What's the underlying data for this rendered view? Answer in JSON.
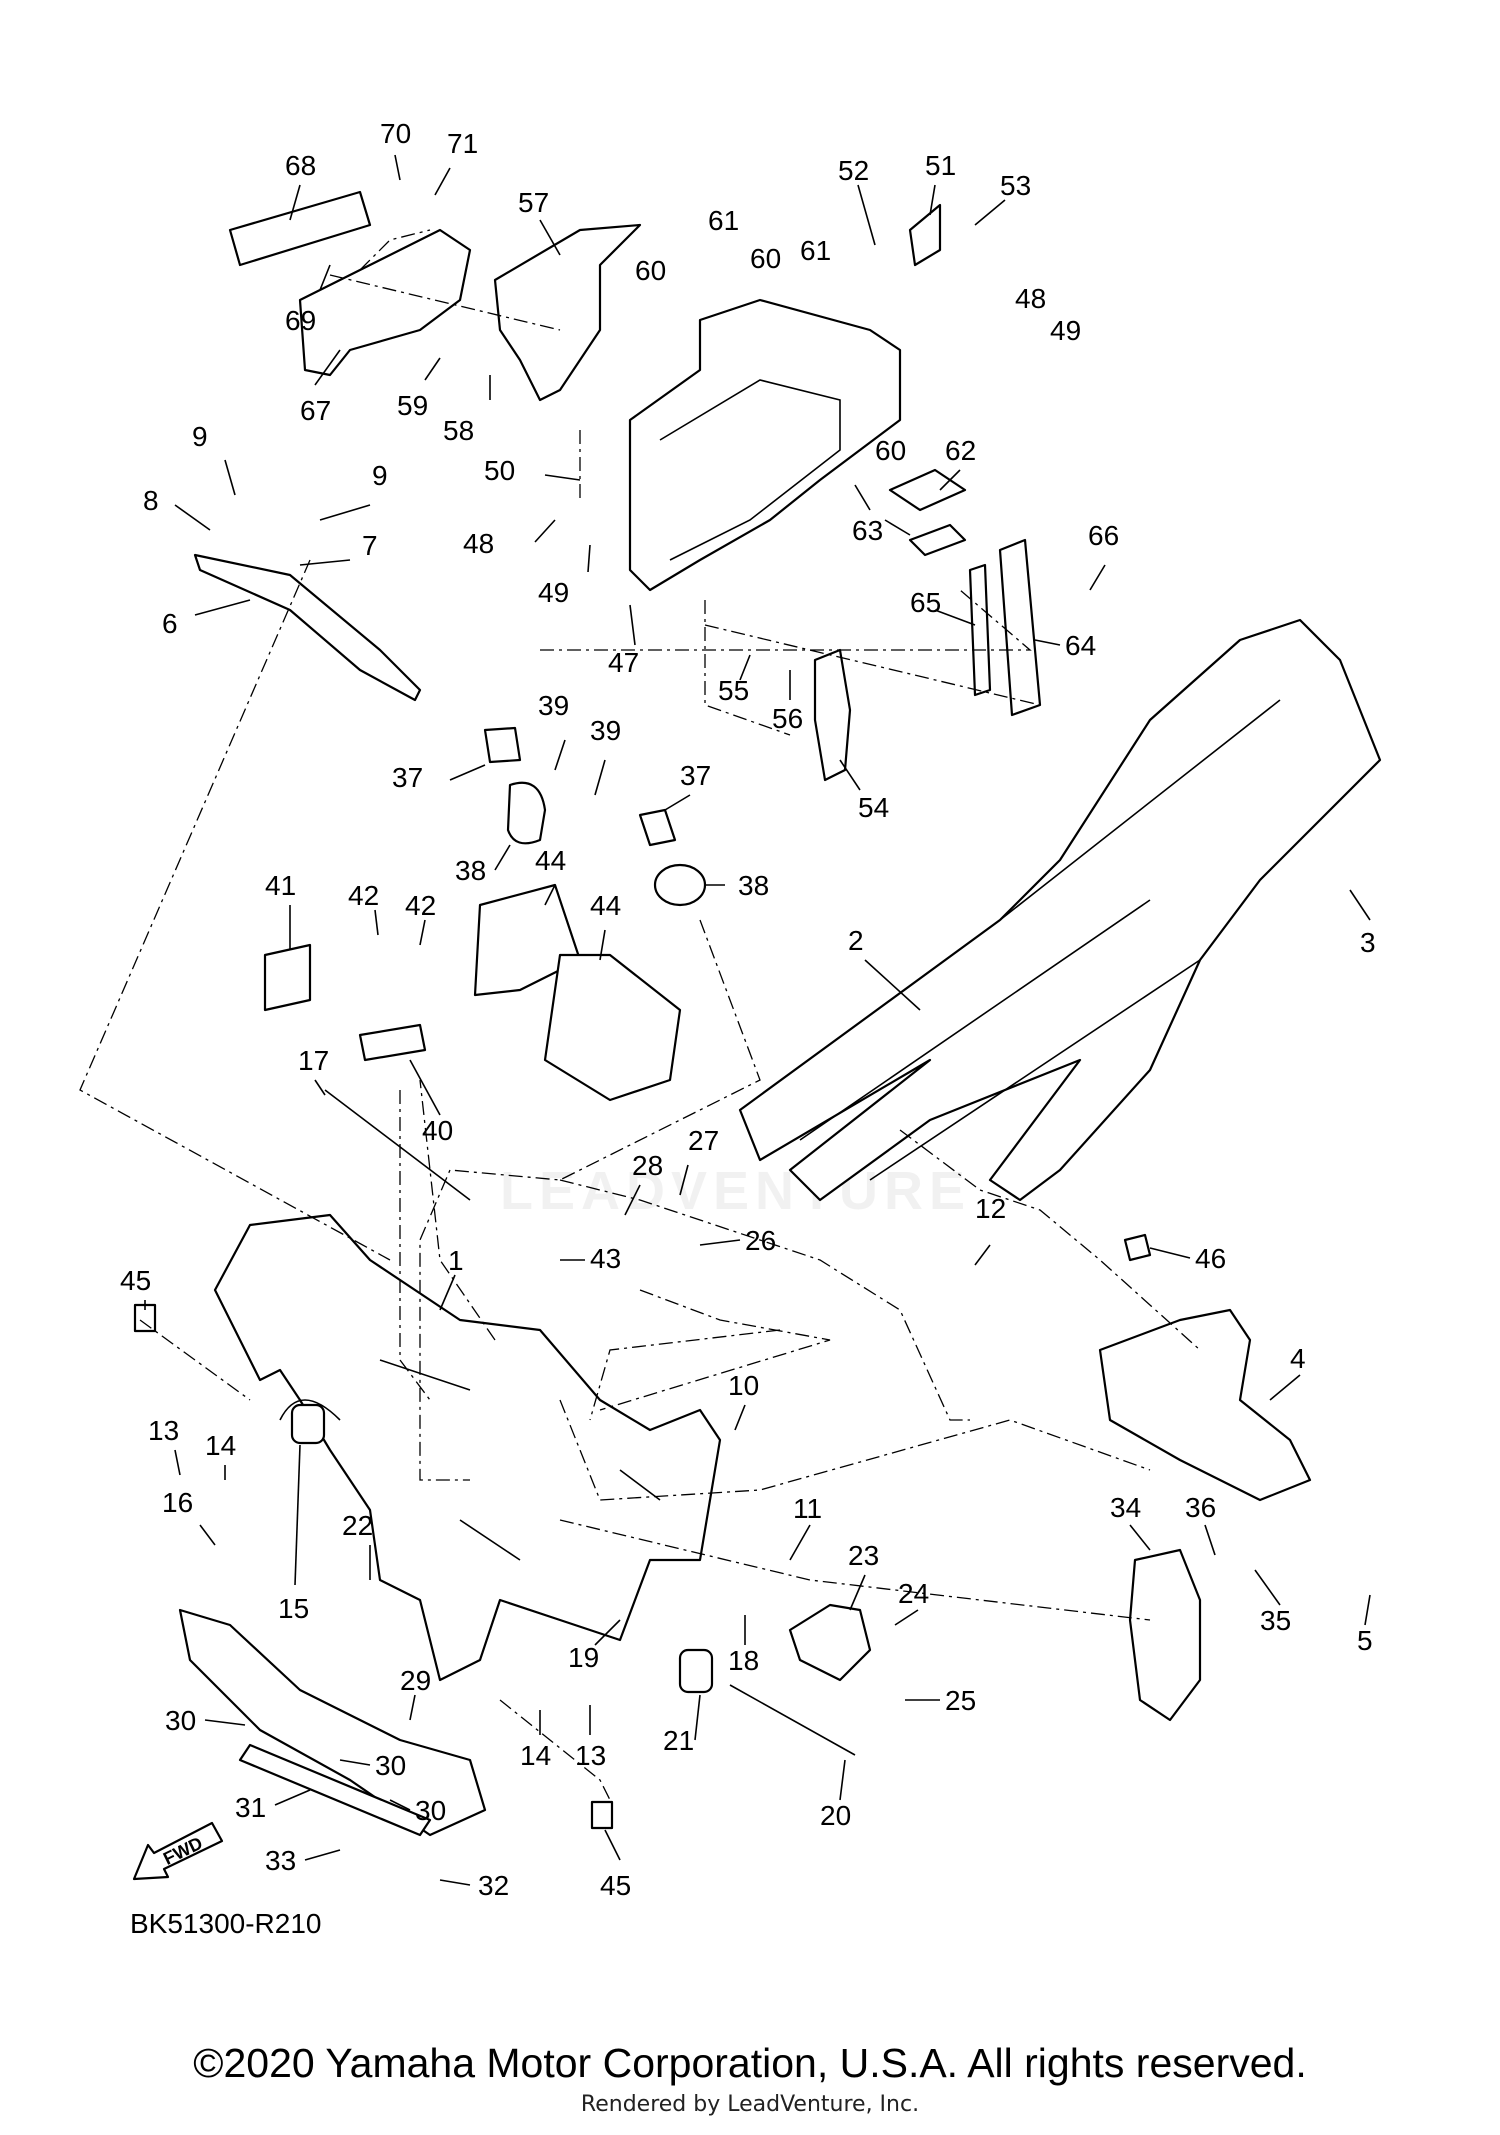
{
  "diagram_code": "BK51300-R210",
  "copyright": "©2020 Yamaha Motor Corporation, U.S.A. All rights reserved.",
  "render_credit": "Rendered by LeadVenture, Inc.",
  "watermark": "LEADVENTURE",
  "fwd_label": "FWD",
  "callouts": [
    {
      "id": "c70",
      "text": "70"
    },
    {
      "id": "c71",
      "text": "71"
    },
    {
      "id": "c68",
      "text": "68"
    },
    {
      "id": "c57",
      "text": "57"
    },
    {
      "id": "c52",
      "text": "52"
    },
    {
      "id": "c51",
      "text": "51"
    },
    {
      "id": "c53",
      "text": "53"
    },
    {
      "id": "c61a",
      "text": "61"
    },
    {
      "id": "c60a",
      "text": "60"
    },
    {
      "id": "c61b",
      "text": "61"
    },
    {
      "id": "c60b",
      "text": "60"
    },
    {
      "id": "c48a",
      "text": "48"
    },
    {
      "id": "c49a",
      "text": "49"
    },
    {
      "id": "c69",
      "text": "69"
    },
    {
      "id": "c67",
      "text": "67"
    },
    {
      "id": "c59",
      "text": "59"
    },
    {
      "id": "c58",
      "text": "58"
    },
    {
      "id": "c9a",
      "text": "9"
    },
    {
      "id": "c9b",
      "text": "9"
    },
    {
      "id": "c8",
      "text": "8"
    },
    {
      "id": "c7",
      "text": "7"
    },
    {
      "id": "c6",
      "text": "6"
    },
    {
      "id": "c50",
      "text": "50"
    },
    {
      "id": "c48b",
      "text": "48"
    },
    {
      "id": "c49b",
      "text": "49"
    },
    {
      "id": "c47",
      "text": "47"
    },
    {
      "id": "c60c",
      "text": "60"
    },
    {
      "id": "c62",
      "text": "62"
    },
    {
      "id": "c63",
      "text": "63"
    },
    {
      "id": "c66",
      "text": "66"
    },
    {
      "id": "c65",
      "text": "65"
    },
    {
      "id": "c64",
      "text": "64"
    },
    {
      "id": "c55",
      "text": "55"
    },
    {
      "id": "c56",
      "text": "56"
    },
    {
      "id": "c54",
      "text": "54"
    },
    {
      "id": "c39a",
      "text": "39"
    },
    {
      "id": "c39b",
      "text": "39"
    },
    {
      "id": "c37a",
      "text": "37"
    },
    {
      "id": "c37b",
      "text": "37"
    },
    {
      "id": "c38a",
      "text": "38"
    },
    {
      "id": "c44a",
      "text": "44"
    },
    {
      "id": "c44b",
      "text": "44"
    },
    {
      "id": "c38b",
      "text": "38"
    },
    {
      "id": "c41",
      "text": "41"
    },
    {
      "id": "c42a",
      "text": "42"
    },
    {
      "id": "c42b",
      "text": "42"
    },
    {
      "id": "c2",
      "text": "2"
    },
    {
      "id": "c3",
      "text": "3"
    },
    {
      "id": "c17",
      "text": "17"
    },
    {
      "id": "c40",
      "text": "40"
    },
    {
      "id": "c27",
      "text": "27"
    },
    {
      "id": "c28",
      "text": "28"
    },
    {
      "id": "c26",
      "text": "26"
    },
    {
      "id": "c43",
      "text": "43"
    },
    {
      "id": "c1",
      "text": "1"
    },
    {
      "id": "c12",
      "text": "12"
    },
    {
      "id": "c46",
      "text": "46"
    },
    {
      "id": "c45a",
      "text": "45"
    },
    {
      "id": "c10",
      "text": "10"
    },
    {
      "id": "c4",
      "text": "4"
    },
    {
      "id": "c13a",
      "text": "13"
    },
    {
      "id": "c14a",
      "text": "14"
    },
    {
      "id": "c16",
      "text": "16"
    },
    {
      "id": "c22",
      "text": "22"
    },
    {
      "id": "c15",
      "text": "15"
    },
    {
      "id": "c11",
      "text": "11"
    },
    {
      "id": "c34",
      "text": "34"
    },
    {
      "id": "c36",
      "text": "36"
    },
    {
      "id": "c35",
      "text": "35"
    },
    {
      "id": "c23",
      "text": "23"
    },
    {
      "id": "c5",
      "text": "5"
    },
    {
      "id": "c24",
      "text": "24"
    },
    {
      "id": "c19",
      "text": "19"
    },
    {
      "id": "c18",
      "text": "18"
    },
    {
      "id": "c25",
      "text": "25"
    },
    {
      "id": "c29",
      "text": "29"
    },
    {
      "id": "c30a",
      "text": "30"
    },
    {
      "id": "c21",
      "text": "21"
    },
    {
      "id": "c14b",
      "text": "14"
    },
    {
      "id": "c13b",
      "text": "13"
    },
    {
      "id": "c30b",
      "text": "30"
    },
    {
      "id": "c30c",
      "text": "30"
    },
    {
      "id": "c31",
      "text": "31"
    },
    {
      "id": "c20",
      "text": "20"
    },
    {
      "id": "c33",
      "text": "33"
    },
    {
      "id": "c32",
      "text": "32"
    },
    {
      "id": "c45b",
      "text": "45"
    }
  ]
}
